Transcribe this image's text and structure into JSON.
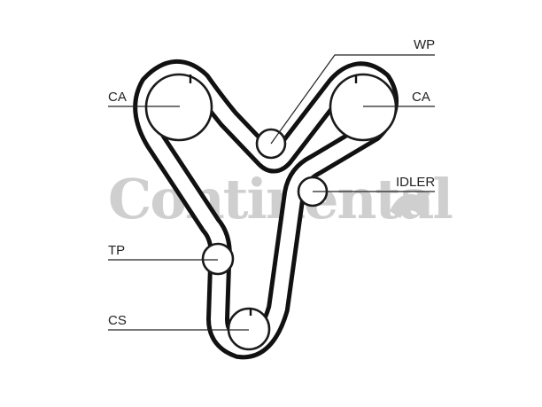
{
  "watermark": {
    "brand": "Continental"
  },
  "labels": {
    "ca_left": "CA",
    "wp": "WP",
    "ca_right": "CA",
    "idler": "IDLER",
    "tp": "TP",
    "cs": "CS"
  },
  "colors": {
    "belt": "#111111",
    "watermark": "#cfcfcf",
    "text": "#222222"
  }
}
